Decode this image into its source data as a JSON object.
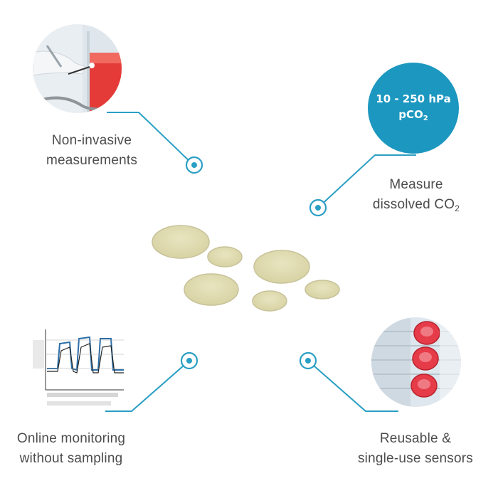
{
  "features": {
    "non_invasive": {
      "line1": "Non-invasive",
      "line2": "measurements"
    },
    "dissolved_co2": {
      "line1": "Measure",
      "line2_prefix": "dissolved CO",
      "line2_sub": "2"
    },
    "online": {
      "line1": "Online monitoring",
      "line2": "without sampling"
    },
    "reusable": {
      "line1": "Reusable &",
      "line2": "single-use sensors"
    }
  },
  "badge": {
    "range": "10 - 250 hPa",
    "unit_prefix": "pCO",
    "unit_sub": "2"
  },
  "colors": {
    "accent": "#1c97bf",
    "sensor_disc": "#e1ddb1",
    "line": "#2a9fc4"
  },
  "icons": [
    "target-dot-icon"
  ]
}
